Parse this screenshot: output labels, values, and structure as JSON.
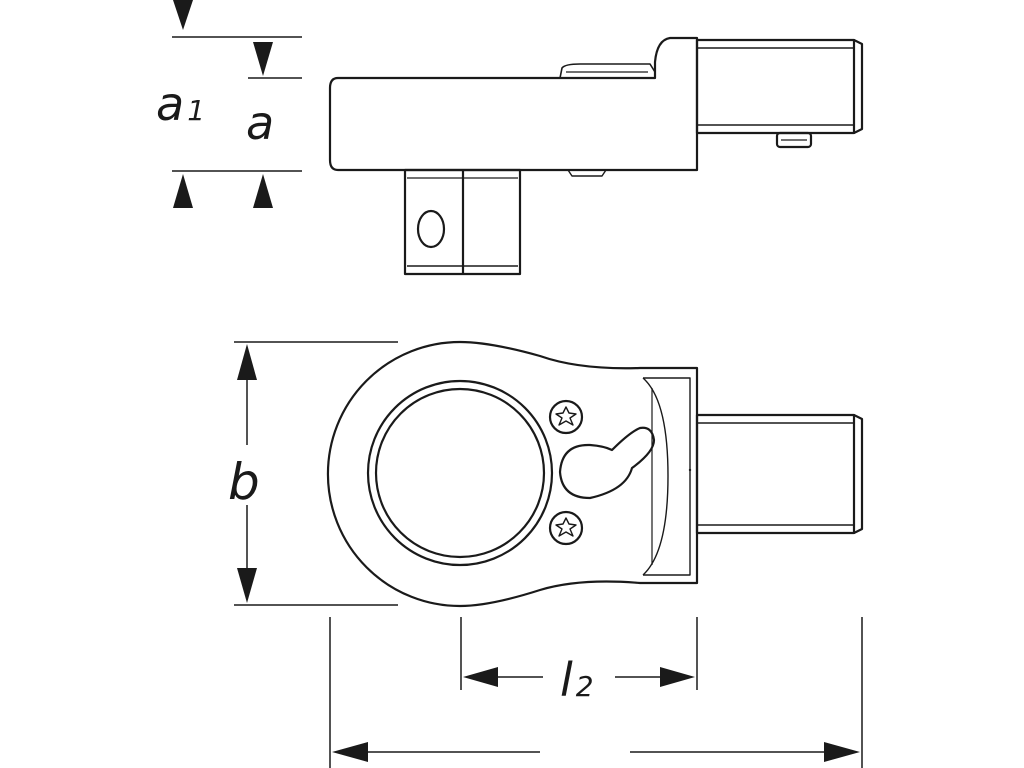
{
  "labels": {
    "a1_main": "a",
    "a1_sub": "1",
    "a": "a",
    "b": "b",
    "l2_main": "l",
    "l2_sub": "2"
  },
  "colors": {
    "stroke": "#1a1a1a",
    "background": "#ffffff"
  }
}
